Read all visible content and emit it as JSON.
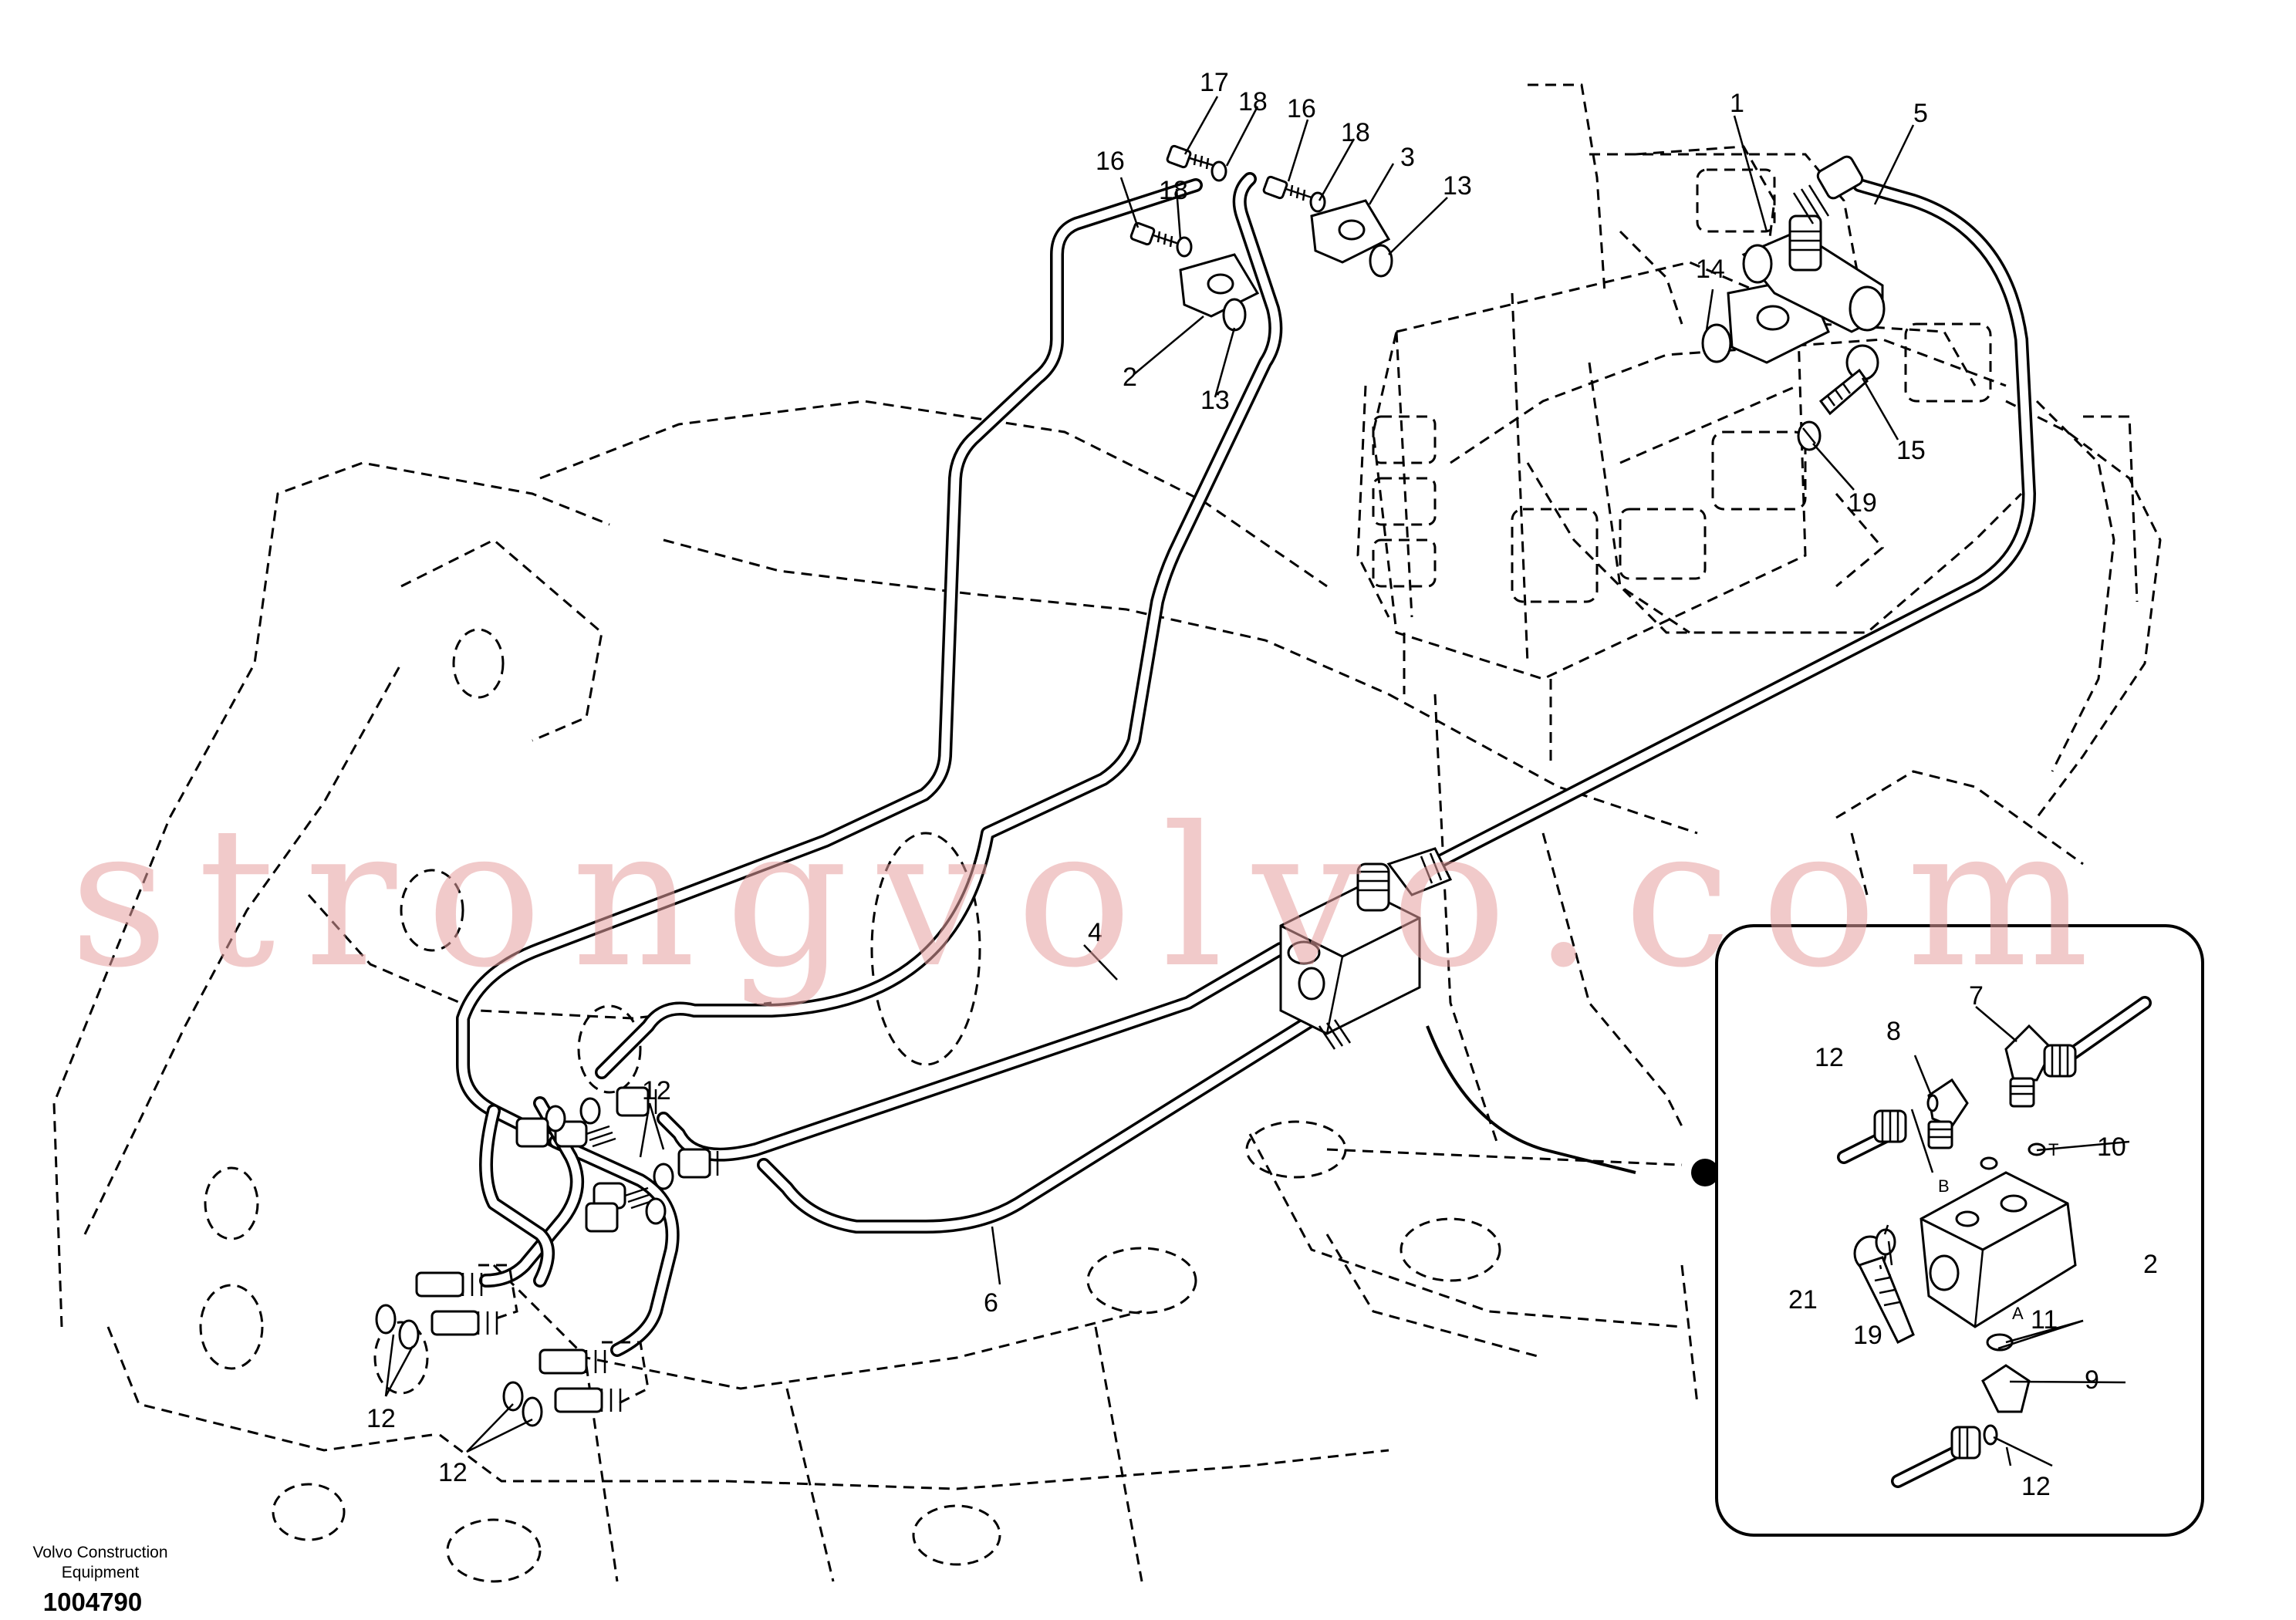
{
  "watermark": "strongvolvo.com",
  "publisher": "Volvo Construction Equipment",
  "drawing_number": "1004790",
  "callouts_main": [
    "1",
    "2",
    "3",
    "4",
    "5",
    "6",
    "12",
    "12",
    "12",
    "12",
    "13",
    "13",
    "14",
    "15",
    "16",
    "16",
    "17",
    "18",
    "18",
    "18",
    "19"
  ],
  "callouts_detail": [
    "7",
    "8",
    "9",
    "10",
    "11",
    "12",
    "12",
    "19",
    "21",
    "2"
  ],
  "port_letters": [
    "B",
    "T",
    "A"
  ]
}
